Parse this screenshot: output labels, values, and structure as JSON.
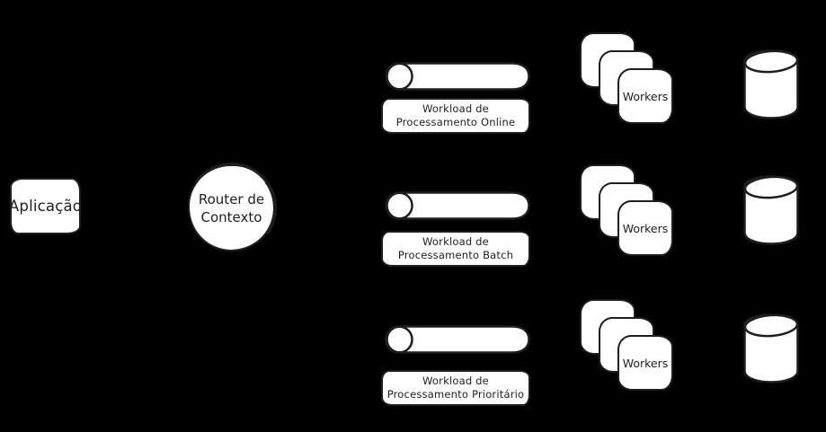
{
  "colors": {
    "background": "#000000",
    "shape_fill": "#ffffff",
    "stroke": "#1e1e1e"
  },
  "diagram": {
    "application": {
      "label": "Aplicação"
    },
    "router": {
      "lines": [
        "Router de",
        "Contexto"
      ]
    },
    "lanes": [
      {
        "queue_label": [
          "Workload de",
          "Processamento Online"
        ],
        "workers_label": "Workers"
      },
      {
        "queue_label": [
          "Workload de",
          "Processamento Batch"
        ],
        "workers_label": "Workers"
      },
      {
        "queue_label": [
          "Workload de",
          "Processamento Prioritário"
        ],
        "workers_label": "Workers"
      }
    ]
  }
}
